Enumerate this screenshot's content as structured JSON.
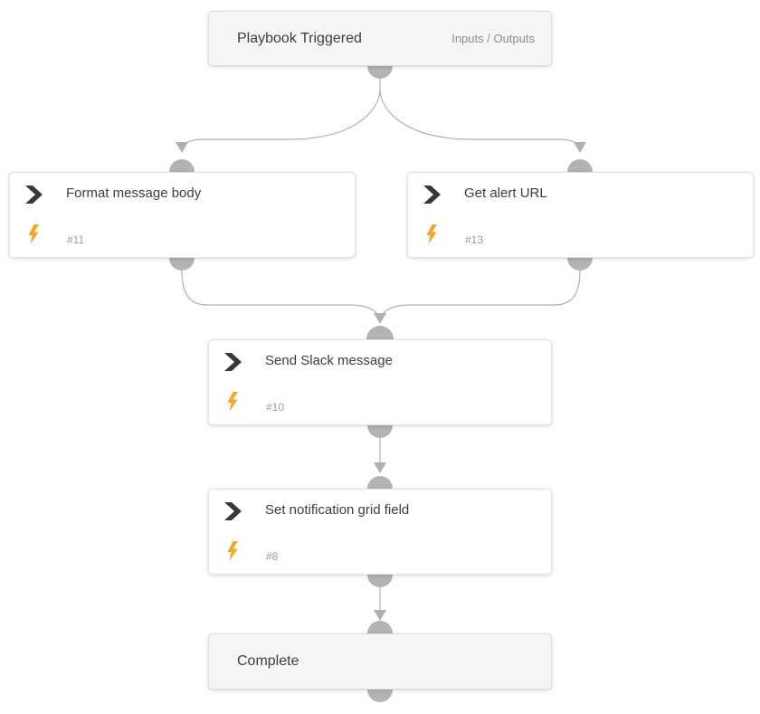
{
  "app": {
    "name": "playbook-editor-canvas"
  },
  "blocks": {
    "trigger": {
      "title": "Playbook Triggered",
      "link_label": "Inputs / Outputs",
      "kind": "start-endpoint"
    },
    "format_message": {
      "title": "Format message body",
      "badge": "#11",
      "kind": "action"
    },
    "get_alert": {
      "title": "Get alert URL",
      "badge": "#13",
      "kind": "action"
    },
    "send_slack": {
      "title": "Send Slack message",
      "badge": "#10",
      "kind": "action"
    },
    "set_grid": {
      "title": "Set notification grid field",
      "badge": "#8",
      "kind": "action"
    },
    "complete": {
      "title": "Complete",
      "kind": "end-endpoint"
    }
  },
  "icons": {
    "action_type": "chevron-right-icon",
    "automation": "lightning-bolt-icon",
    "connector_port": "half-circle-port",
    "edge_arrow": "down-arrowhead-icon"
  },
  "colors": {
    "canvas_bg": "#ffffff",
    "endpoint_bg": "#f5f5f5",
    "action_bg": "#ffffff",
    "block_border": "#dcdcdc",
    "title_text": "#3d3d3d",
    "muted_text": "#9b9b9b",
    "connector_gray": "#b3b3b3",
    "lightning_orange": "#f5a623",
    "chevron_dark": "#383838"
  }
}
